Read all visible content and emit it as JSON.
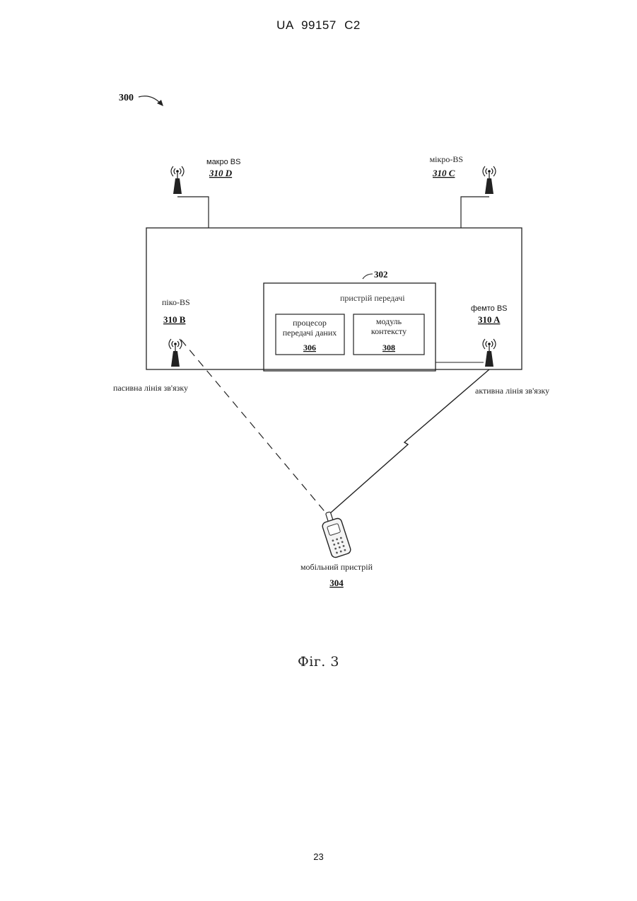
{
  "header": {
    "patent_id": "UA   99157   C2"
  },
  "figure": {
    "number_label": "300",
    "caption": "Фіг. 3",
    "transmitter": {
      "ref": "302",
      "title": "пристрій передачі",
      "processor": {
        "line1": "процесор",
        "line2": "передачі даних",
        "ref": "306"
      },
      "context_module": {
        "line1": "модуль",
        "line2": "контексту",
        "ref": "308"
      }
    },
    "base_stations": {
      "macro": {
        "label": "макро BS",
        "ref": "310 D"
      },
      "micro": {
        "label": "мікро-BS",
        "ref": "310 C"
      },
      "pico": {
        "label": "піко-BS",
        "ref": "310 B"
      },
      "femto": {
        "label": "фемто BS",
        "ref": "310 A"
      }
    },
    "links": {
      "passive": "пасивна лінія зв'язку",
      "active": "активна лінія зв'язку"
    },
    "mobile": {
      "label": "мобільний пристрій",
      "ref": "304"
    }
  },
  "footer": {
    "page_number": "23"
  }
}
